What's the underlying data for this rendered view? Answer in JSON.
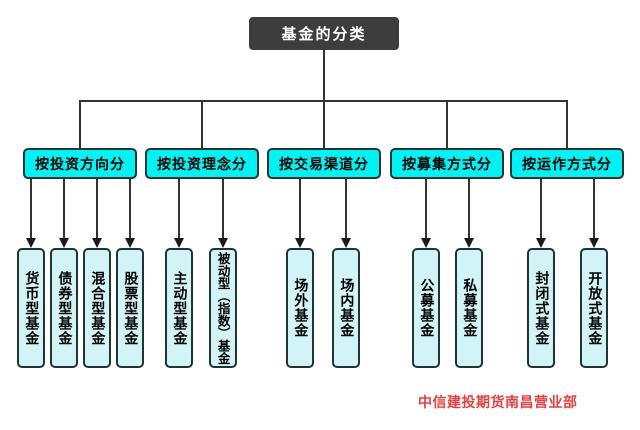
{
  "tree": {
    "root": {
      "label": "基金的分类"
    },
    "branches": [
      {
        "label": "按投资方向分",
        "children": [
          {
            "label": "货币型基金"
          },
          {
            "label": "债券型基金"
          },
          {
            "label": "混合型基金"
          },
          {
            "label": "股票型基金"
          }
        ]
      },
      {
        "label": "按投资理念分",
        "children": [
          {
            "label": "主动型基金"
          },
          {
            "label": "被动型（指数）基金"
          }
        ]
      },
      {
        "label": "按交易渠道分",
        "children": [
          {
            "label": "场外基金"
          },
          {
            "label": "场内基金"
          }
        ]
      },
      {
        "label": "按募集方式分",
        "children": [
          {
            "label": "公募基金"
          },
          {
            "label": "私募基金"
          }
        ]
      },
      {
        "label": "按运作方式分",
        "children": [
          {
            "label": "封闭式基金"
          },
          {
            "label": "开放式基金"
          }
        ]
      }
    ]
  },
  "footer": {
    "watermark": "中信建投期货南昌营业部"
  },
  "colors": {
    "root_fill": "#3d3d3d",
    "branch_fill": "#00f2f2",
    "leaf_fill": "#d2f4f6",
    "border": "#1f3434",
    "line": "#333333",
    "watermark": "#e5403e"
  }
}
